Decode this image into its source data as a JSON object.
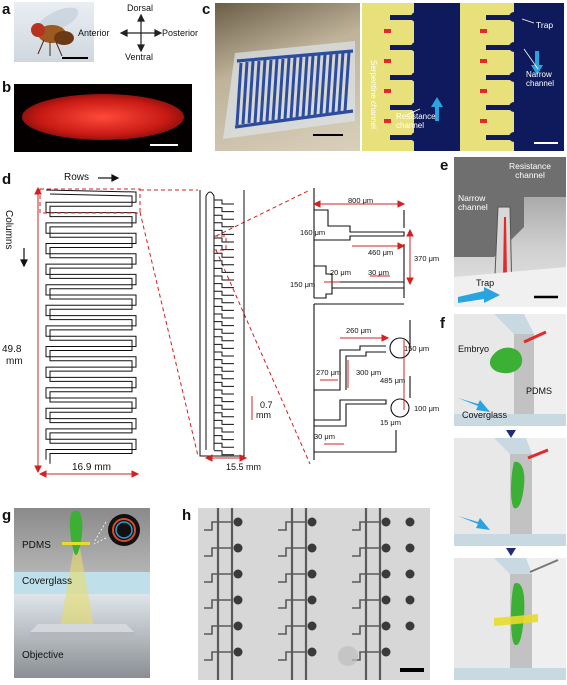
{
  "panel_labels": [
    "a",
    "b",
    "c",
    "d",
    "e",
    "f",
    "g",
    "h"
  ],
  "panel_a": {
    "axes": {
      "dorsal": "Dorsal",
      "ventral": "Ventral",
      "anterior": "Anterior",
      "posterior": "Posterior"
    }
  },
  "panel_c": {
    "labels": {
      "serpentine": "Serpentine channel",
      "trap": "Trap",
      "narrow": "Narrow channel",
      "resistance": "Resistance channel"
    }
  },
  "panel_d": {
    "rows": "Rows",
    "columns": "Columns",
    "height_val": "49.8",
    "height_unit": "mm",
    "width": "16.9 mm",
    "sub_width": "15.5 mm",
    "gap_val": "0.7",
    "gap_unit": "mm",
    "dims": {
      "d800": "800 μm",
      "d160": "160 μm",
      "d460": "460 μm",
      "d370": "370 μm",
      "d20": "20 μm",
      "d30a": "30 μm",
      "d150a": "150 μm",
      "d260": "260 μm",
      "d150b": "150 μm",
      "d270": "270 μm",
      "d300": "300 μm",
      "d485": "485 μm",
      "d100": "100 μm",
      "d15": "15 μm",
      "d30b": "30 μm"
    }
  },
  "panel_e": {
    "labels": {
      "resistance": "Resistance channel",
      "narrow": "Narrow channel",
      "trap": "Trap"
    }
  },
  "panel_f": {
    "labels": {
      "embryo": "Embryo",
      "pdms": "PDMS",
      "coverglass": "Coverglass"
    }
  },
  "panel_g": {
    "labels": {
      "pdms": "PDMS",
      "coverglass": "Coverglass",
      "objective": "Objective"
    }
  },
  "colors": {
    "red": "#d42020",
    "blue": "#2aa4e0",
    "yellow": "#e8e07a",
    "navy": "#0f1a5c",
    "green": "#2f9a28"
  }
}
